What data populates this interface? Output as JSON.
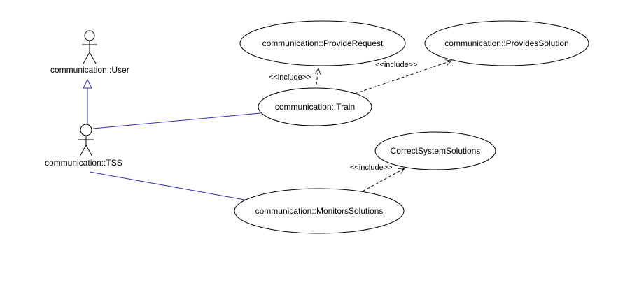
{
  "diagram": {
    "actors": [
      {
        "id": "user",
        "label": "communication::User"
      },
      {
        "id": "tss",
        "label": "communication::TSS"
      }
    ],
    "use_cases": [
      {
        "id": "provide_request",
        "label": "communication::ProvideRequest"
      },
      {
        "id": "provides_solution",
        "label": "communication::ProvidesSolution"
      },
      {
        "id": "train",
        "label": "communication::Train"
      },
      {
        "id": "correct_system_solutions",
        "label": "CorrectSystemSolutions"
      },
      {
        "id": "monitors_solutions",
        "label": "communication::MonitorsSolutions"
      }
    ],
    "relationships": [
      {
        "type": "generalization",
        "from": "tss",
        "to": "user"
      },
      {
        "type": "association",
        "from": "tss",
        "to": "train"
      },
      {
        "type": "association",
        "from": "tss",
        "to": "monitors_solutions"
      },
      {
        "type": "include",
        "from": "train",
        "to": "provide_request",
        "label": "<<include>>"
      },
      {
        "type": "include",
        "from": "train",
        "to": "provides_solution",
        "label": "<<include>>"
      },
      {
        "type": "include",
        "from": "monitors_solutions",
        "to": "correct_system_solutions",
        "label": "<<include>>"
      }
    ],
    "colors": {
      "association_line": "#3333aa",
      "generalization_line": "#3333aa",
      "include_line": "#000000",
      "shape_stroke": "#000000",
      "shape_fill": "#ffffff"
    }
  }
}
